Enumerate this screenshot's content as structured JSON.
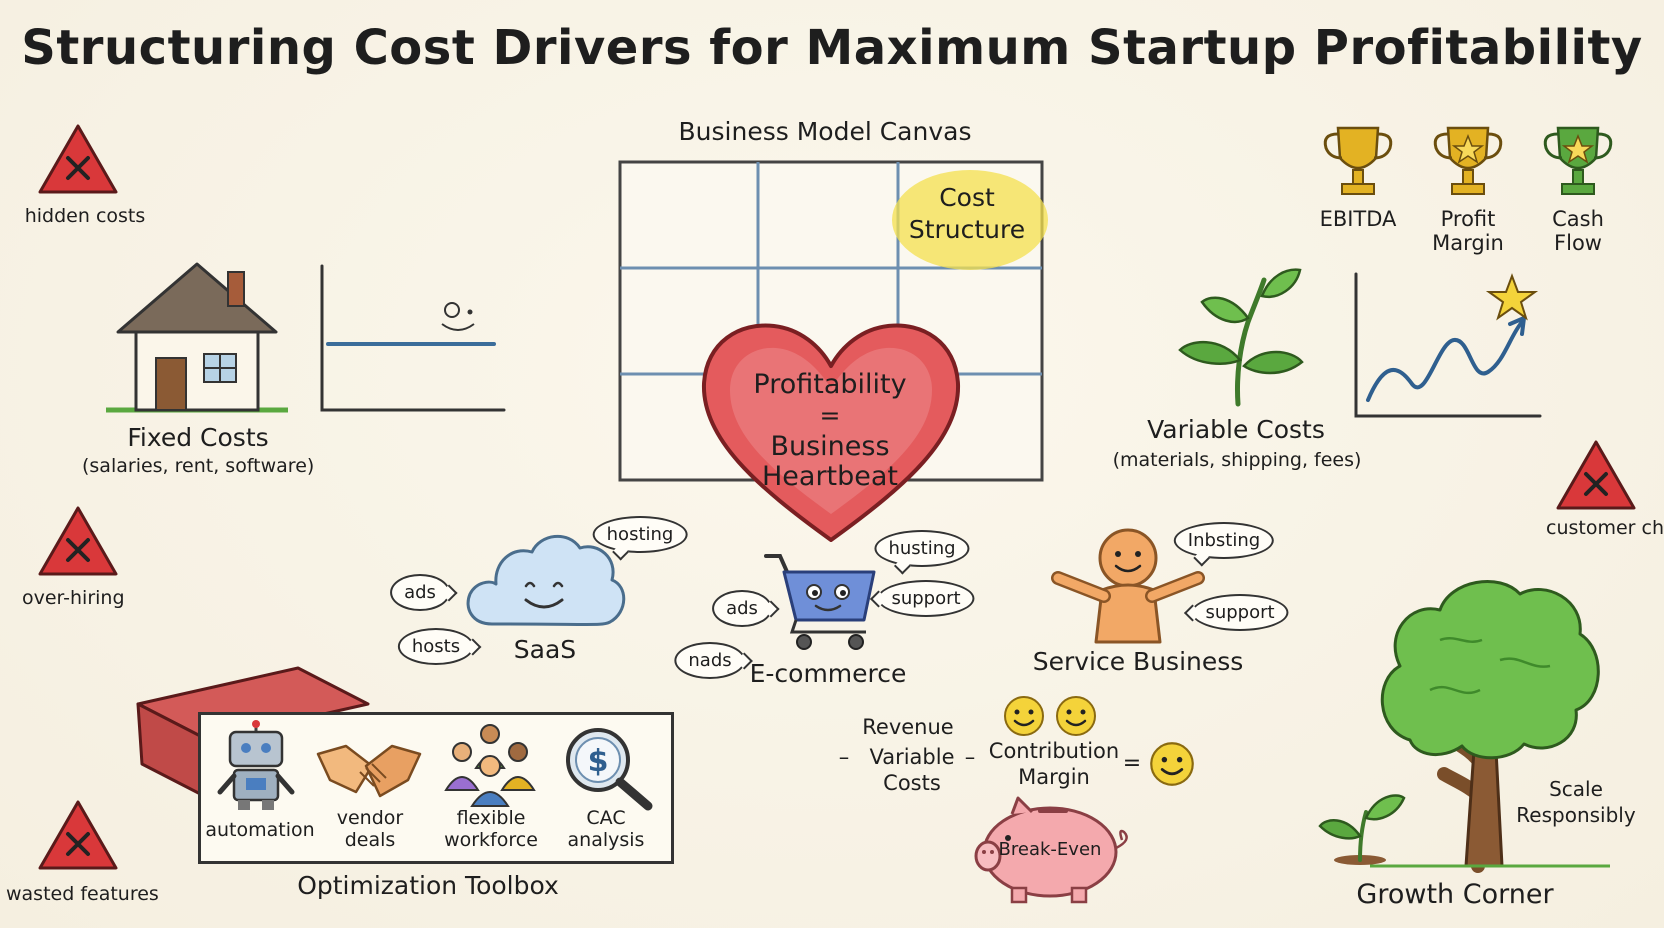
{
  "title": "Structuring Cost Drivers for Maximum Startup Profitability",
  "warnings": {
    "hidden_costs": "hidden costs",
    "over_hiring": "over-hiring",
    "wasted_features": "wasted features",
    "customer_churn": "customer churn"
  },
  "fixed_costs": {
    "label": "Fixed Costs",
    "detail": "(salaries, rent, software)"
  },
  "canvas": {
    "label": "Business Model Canvas",
    "cost_structure_1": "Cost",
    "cost_structure_2": "Structure"
  },
  "heart": {
    "line1": "Profitability",
    "line2": "=",
    "line3": "Business",
    "line4": "Heartbeat"
  },
  "metrics": [
    {
      "label1": "EBITDA",
      "label2": "",
      "color": "#e3b223"
    },
    {
      "label1": "Profit",
      "label2": "Margin",
      "color": "#e3b223"
    },
    {
      "label1": "Cash",
      "label2": "Flow",
      "color": "#5aa83f"
    }
  ],
  "variable_costs": {
    "label": "Variable Costs",
    "detail": "(materials, shipping, fees)"
  },
  "business_types": {
    "saas": {
      "label": "SaaS",
      "bubbles": [
        "hosting",
        "ads",
        "hosts"
      ]
    },
    "ecommerce": {
      "label": "E-commerce",
      "bubbles": [
        "husting",
        "ads",
        "support",
        "nads"
      ]
    },
    "service": {
      "label": "Service Business",
      "bubbles": [
        "Inbsting",
        "support"
      ]
    }
  },
  "toolbox": {
    "label": "Optimization Toolbox",
    "items": [
      {
        "line1": "automation",
        "line2": "",
        "icon": "robot-icon"
      },
      {
        "line1": "vendor",
        "line2": "deals",
        "icon": "handshake-icon"
      },
      {
        "line1": "flexible",
        "line2": "workforce",
        "icon": "people-icon"
      },
      {
        "line1": "CAC",
        "line2": "analysis",
        "icon": "magnifier-dollar-icon"
      }
    ]
  },
  "formula": {
    "revenue": "Revenue",
    "minus1": "–",
    "variable1": "Variable",
    "variable2": "Costs",
    "minus2": "–",
    "contribution1": "Contribution",
    "contribution2": "Margin",
    "equals": "="
  },
  "break_even": "Break-Even",
  "growth": {
    "label": "Growth Corner",
    "scale1": "Scale",
    "scale2": "Responsibly"
  },
  "colors": {
    "warning_red": "#d9383a",
    "heart_red": "#e45b5d",
    "highlight_yellow": "#f4e04d",
    "tree_green": "#5aa83f",
    "grid_blue": "#6d8fb0"
  }
}
